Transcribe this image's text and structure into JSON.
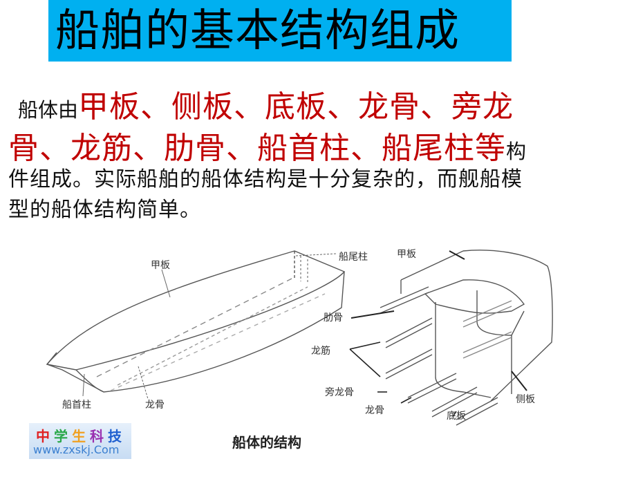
{
  "slide": {
    "title": "船舶的基本结构组成",
    "title_bg_color": "#00b0f0",
    "accent_color": "#c00000"
  },
  "paragraph": {
    "line1": [
      {
        "text": "船体由",
        "style": "black"
      },
      {
        "text": "甲板、侧板、底板、龙骨、旁龙",
        "style": "red"
      }
    ],
    "line2": [
      {
        "text": "骨、龙筋、肋骨、船首柱、船尾柱等",
        "style": "red"
      },
      {
        "text": "构",
        "style": "black"
      }
    ],
    "line3": "件组成。实际船舶的船体结构是十分复杂的，而舰船模",
    "line4": "型的船体结构简单。"
  },
  "figure": {
    "caption": "船体的结构",
    "hull_labels": {
      "deck": "甲板",
      "stern_post": "船尾柱",
      "stem_post": "船首柱",
      "keel": "龙骨"
    },
    "section_labels": {
      "deck": "甲板",
      "rib": "肋骨",
      "stringer": "龙筋",
      "side_keel": "旁龙骨",
      "keel": "龙骨",
      "bottom_plate": "底板",
      "side_plate": "侧板"
    }
  },
  "logo": {
    "chars": [
      "中",
      "学",
      "生",
      "科",
      "技"
    ],
    "url": "www.zxskj.Com"
  }
}
